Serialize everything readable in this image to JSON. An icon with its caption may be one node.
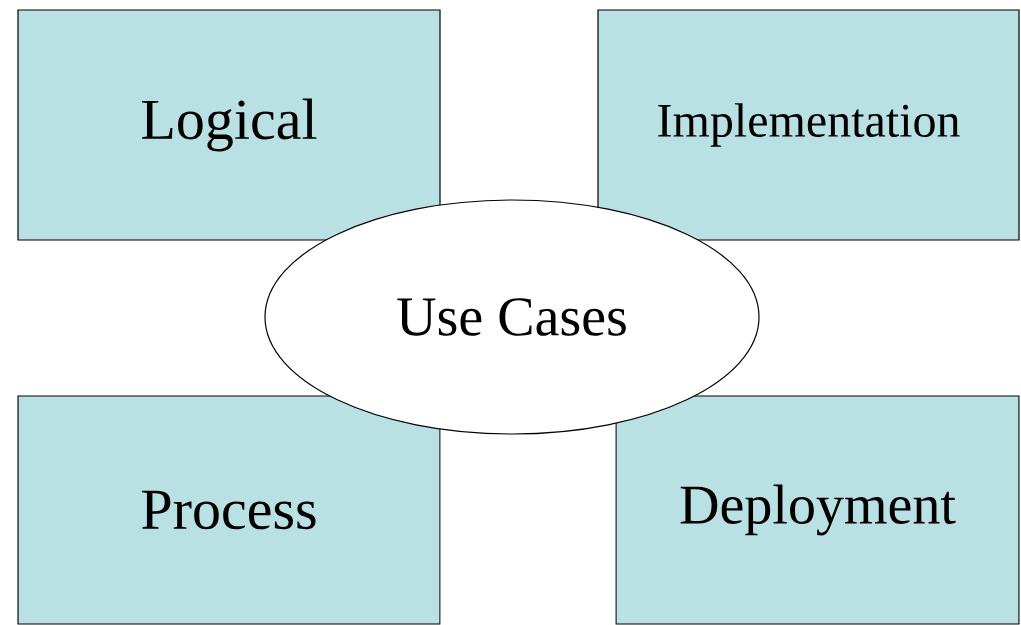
{
  "diagram": {
    "nodes": [
      {
        "text": [
          "Logical"
        ]
      },
      {
        "text": [
          "Implementation"
        ]
      },
      {
        "text": [
          "Use Cases"
        ]
      },
      {
        "text": [
          "Process"
        ]
      },
      {
        "text": [
          "Deployment"
        ]
      }
    ]
  }
}
